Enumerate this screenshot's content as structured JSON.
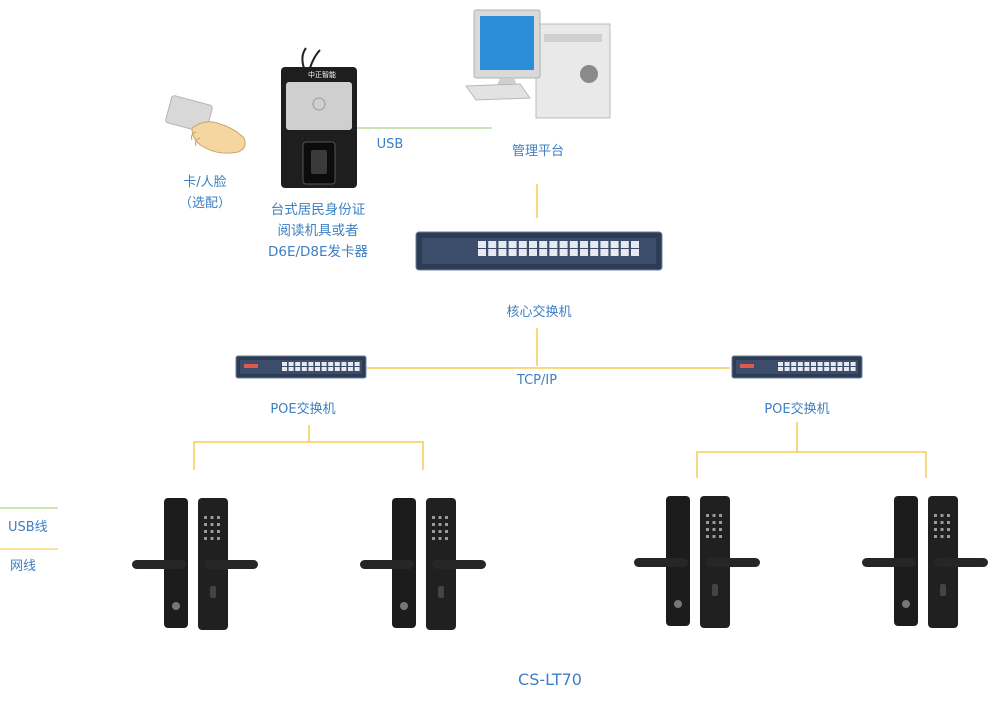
{
  "labels": {
    "card_face": "卡/人脸",
    "card_face_optional": "（选配）",
    "reader_desc": "台式居民身份证阅读机具或者D6E/D8E发卡器",
    "reader_brand": "中正智能",
    "usb_link": "USB",
    "management_platform": "管理平台",
    "core_switch": "核心交换机",
    "tcp_ip": "TCP/IP",
    "poe_switch_left": "POE交换机",
    "poe_switch_right": "POE交换机",
    "legend_usb": "USB线",
    "legend_network": "网线",
    "model": "CS-LT70"
  },
  "colors": {
    "usb_line": "#9acb6a",
    "network_line": "#f3c437",
    "label_text": "#3d7fc2",
    "legend_network": "#f3c437",
    "legend_usb": "#9acb6a"
  },
  "icons": [
    "card-hand-icon",
    "id-reader-icon",
    "computer-icon",
    "core-switch-icon",
    "poe-switch-icon",
    "smart-lock-icon"
  ]
}
